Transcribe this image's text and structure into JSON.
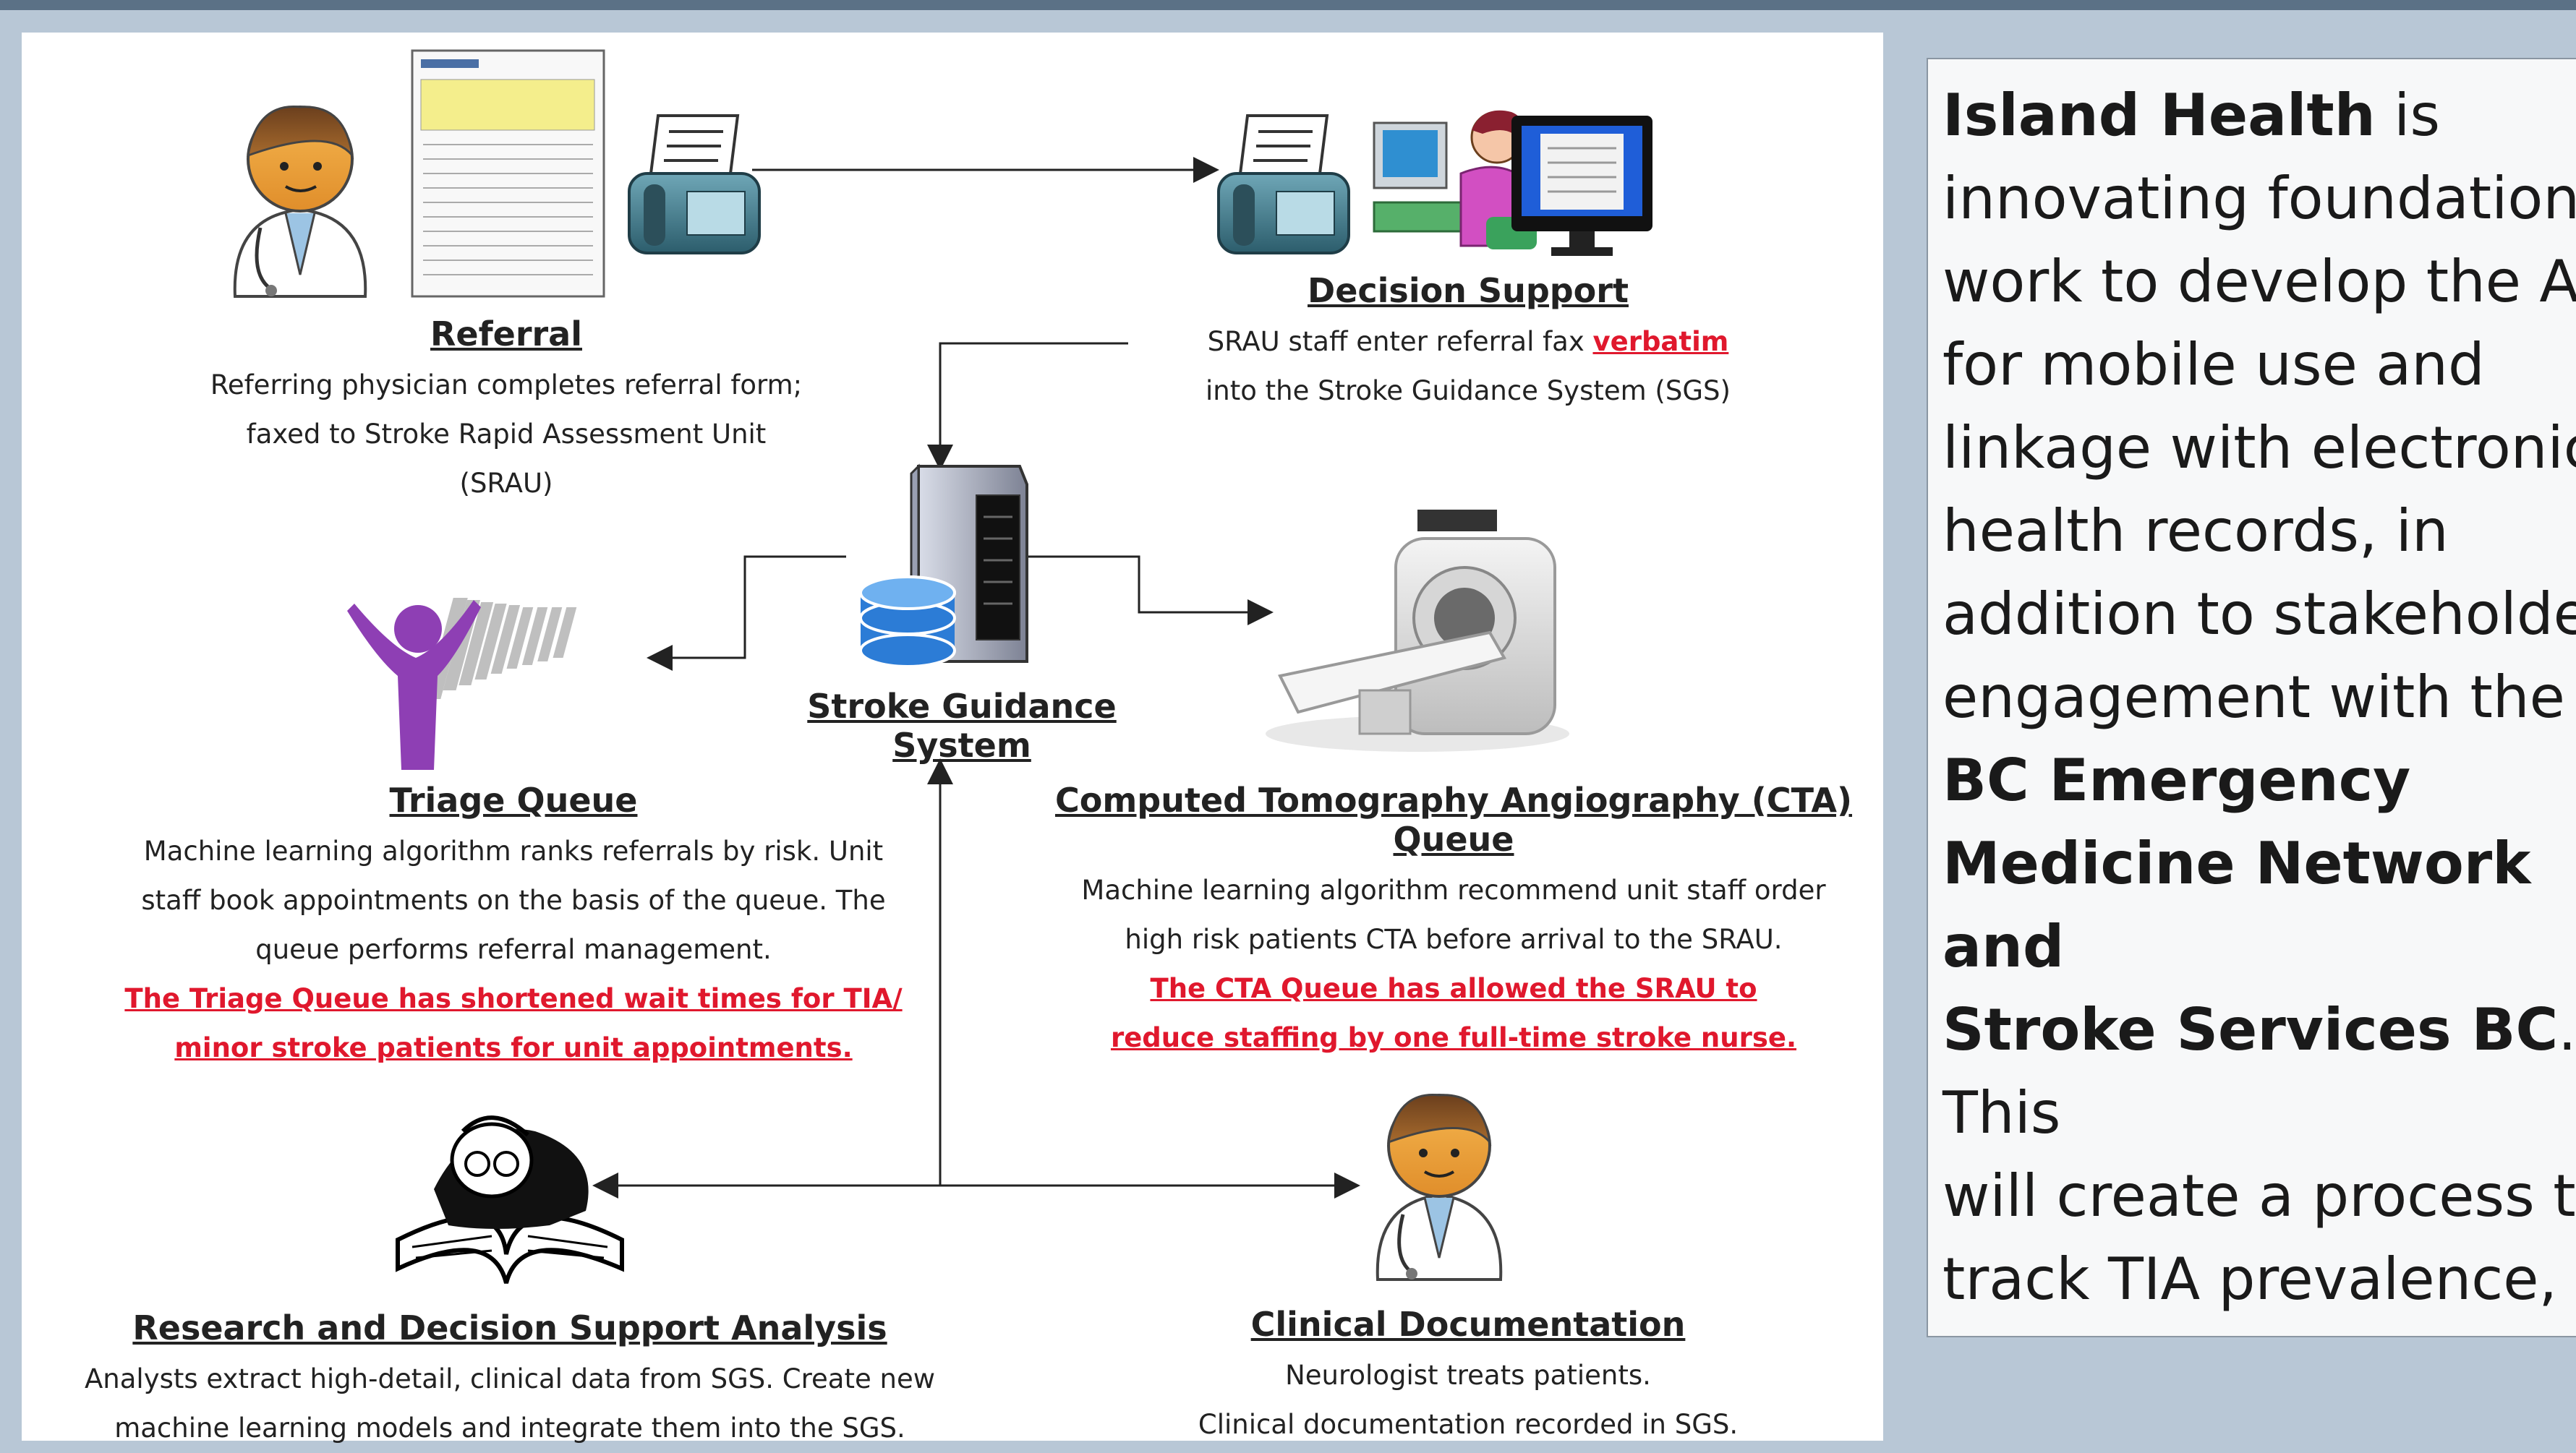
{
  "referral": {
    "title": "Referral",
    "desc_lines": [
      "Referring physician completes referral form;",
      "faxed to Stroke Rapid Assessment Unit",
      "(SRAU)"
    ]
  },
  "decision_support": {
    "title": "Decision Support",
    "line1_prefix": "SRAU staff enter referral fax ",
    "line1_emph": "verbatim",
    "line2": "into the Stroke Guidance System (SGS)"
  },
  "sgs": {
    "label": "Stroke Guidance System"
  },
  "triage": {
    "title": "Triage Queue",
    "desc_lines": [
      "Machine learning  algorithm ranks referrals by risk.  Unit",
      "staff book appointments on the basis of the queue.  The",
      "queue performs  referral management."
    ],
    "red_lines": [
      "The Triage Queue has  shortened wait times for TIA/",
      "minor stroke patients for unit appointments."
    ]
  },
  "cta": {
    "title": "Computed Tomography Angiography (CTA) Queue",
    "desc_lines": [
      "Machine learning  algorithm recommend unit staff order",
      "high risk patients CTA before arrival to the SRAU."
    ],
    "red_lines": [
      "The CTA Queue has allowed the SRAU to",
      "reduce staffing by one full-time stroke nurse."
    ]
  },
  "research": {
    "title": "Research and Decision Support Analysis",
    "desc_lines": [
      "Analysts extract high-detail, clinical data from SGS.  Create new",
      "machine learning models and integrate them into the SGS."
    ]
  },
  "clinical": {
    "title": "Clinical Documentation",
    "desc_lines": [
      "Neurologist treats patients.",
      "Clinical documentation recorded in SGS."
    ]
  },
  "sidebar": {
    "p1_bold": "Island Health",
    "p1_text": " is\ninnovating foundational\nwork to develop the API\nfor mobile use and\nlinkage with electronic\nhealth records, in\naddition to stakeholder\nengagement with the\n",
    "p2_bold": "BC Emergency\nMedicine Network and\nStroke Services BC",
    "p3_text": ". This\nwill create a process to\ntrack TIA prevalence,\noutcomes and usage of\nthe tool in real-time."
  },
  "colors": {
    "accent_red": "#e0182d",
    "background": "#b8c7d6",
    "topbar": "#5b7186"
  },
  "icons": [
    "doctor-icon",
    "referral-form-icon",
    "fax-machine-icon",
    "operator-icon",
    "monitor-icon",
    "server-database-icon",
    "ct-scanner-icon",
    "queue-people-icon",
    "researcher-book-icon"
  ]
}
